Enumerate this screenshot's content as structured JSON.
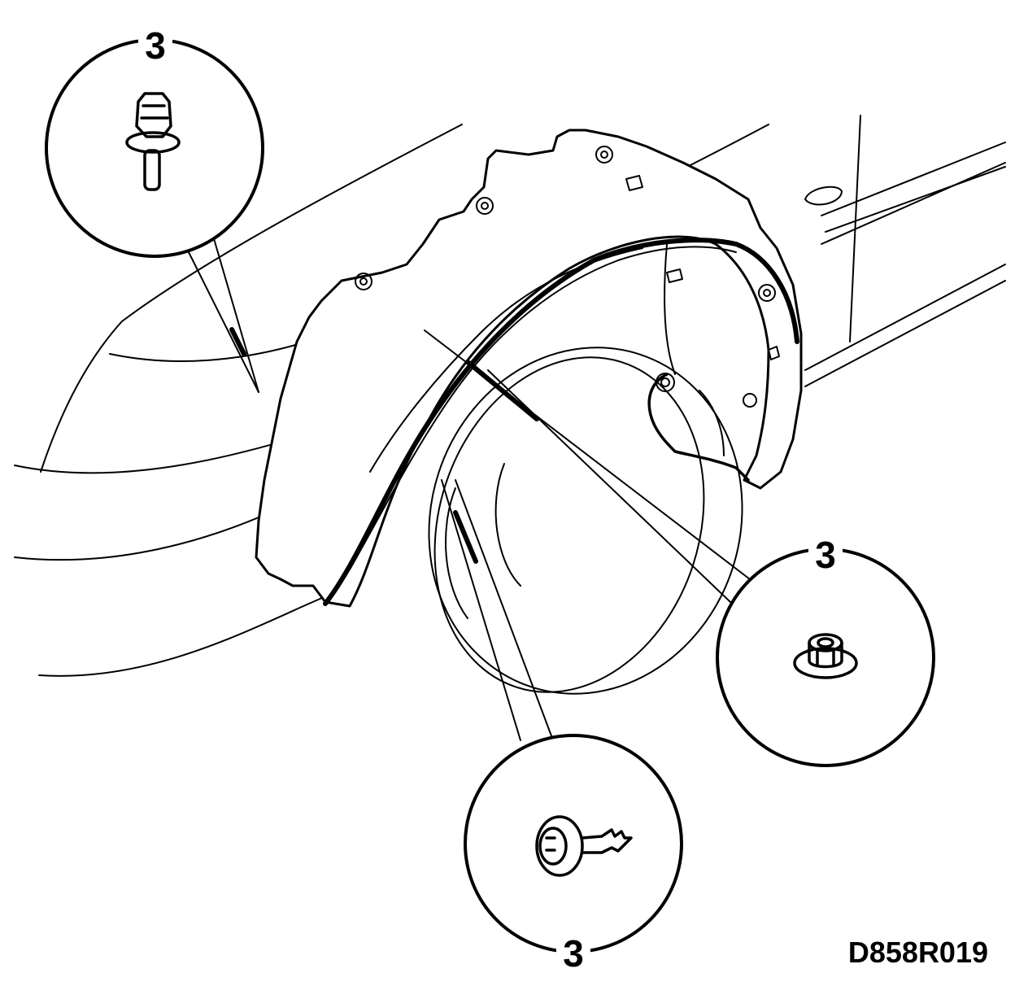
{
  "callouts": [
    {
      "label": "3",
      "fastener": "push-clip"
    },
    {
      "label": "3",
      "fastener": "flange-nut"
    },
    {
      "label": "3",
      "fastener": "screw"
    }
  ],
  "figure_ref": "D858R019"
}
